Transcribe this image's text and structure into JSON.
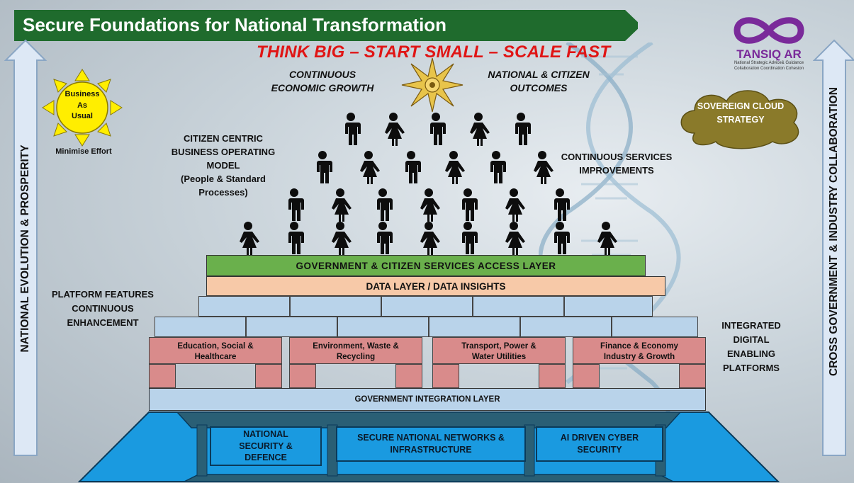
{
  "header": {
    "title": "Secure Foundations for National Transformation",
    "tagline": "THINK BIG – START SMALL – SCALE FAST"
  },
  "brand": {
    "logo_text": "TANSIQ AR",
    "logo_subtitle_line1": "National Strategic Advice& Guidance",
    "logo_subtitle_line2": "Collaboration Coordination Cohesion",
    "logo_color": "#7a2a9a"
  },
  "outcomes": {
    "left_line1": "CONTINUOUS",
    "left_line2": "ECONOMIC GROWTH",
    "right_line1": "NATIONAL & CITIZEN",
    "right_line2": "OUTCOMES"
  },
  "bau": {
    "line1": "Business",
    "line2": "As",
    "line3": "Usual",
    "caption": "Minimise Effort"
  },
  "cloud": {
    "line1": "SOVEREIGN CLOUD",
    "line2": "STRATEGY"
  },
  "side_labels": {
    "left": "NATIONAL EVOLUTION & PROSPERITY",
    "right": "CROSS GOVERNMENT & INDUSTRY COLLABORATION"
  },
  "annotations": {
    "citizen_model": [
      "CITIZEN CENTRIC",
      "BUSINESS OPERATING",
      "MODEL",
      "(People & Standard",
      "Processes)"
    ],
    "continuous_services": [
      "CONTINUOUS SERVICES",
      "IMPROVEMENTS"
    ],
    "platform_features": [
      "PLATFORM FEATURES",
      "CONTINUOUS",
      "ENHANCEMENT"
    ],
    "integrated_platforms": [
      "INTEGRATED",
      "DIGITAL",
      "ENABLING",
      "PLATFORMS"
    ]
  },
  "layers": {
    "access": "GOVERNMENT & CITIZEN SERVICES ACCESS LAYER",
    "data": "DATA LAYER / DATA INSIGHTS",
    "integration": "GOVERNMENT INTEGRATION LAYER"
  },
  "pillars": [
    {
      "line1": "Education, Social &",
      "line2": "Healthcare"
    },
    {
      "line1": "Environment, Waste &",
      "line2": "Recycling"
    },
    {
      "line1": "Transport, Power &",
      "line2": "Water Utilities"
    },
    {
      "line1": "Finance & Economy",
      "line2": "Industry & Growth"
    }
  ],
  "foundation": [
    {
      "lines": [
        "NATIONAL",
        "SECURITY &",
        "DEFENCE"
      ]
    },
    {
      "lines": [
        "SECURE NATIONAL NETWORKS &",
        "INFRASTRUCTURE"
      ]
    },
    {
      "lines": [
        "AI DRIVEN CYBER",
        "SECURITY"
      ]
    }
  ],
  "colors": {
    "banner_green": "#1f6b2d",
    "access_layer": "#6ab04c",
    "data_layer": "#f7c9a8",
    "brick_blue": "#b9d3ea",
    "pillar_pink": "#d98b8b",
    "foundation_blue": "#1a9ae0",
    "tagline_red": "#e01515",
    "sun_yellow": "#ffee00",
    "cloud_olive": "#8a7a2a"
  }
}
